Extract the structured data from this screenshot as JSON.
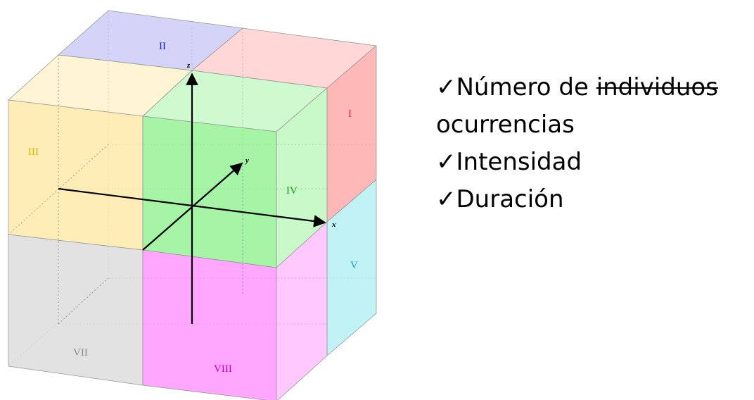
{
  "octants": {
    "I": {
      "label": "I",
      "color": "#ff9a9a",
      "text_color": "#e02020"
    },
    "II": {
      "label": "II",
      "color": "#aeb0f0",
      "text_color": "#2020d0"
    },
    "III": {
      "label": "III",
      "color": "#ffe7a0",
      "text_color": "#d4b400"
    },
    "IV": {
      "label": "IV",
      "color": "#88f088",
      "text_color": "#10a010"
    },
    "V": {
      "label": "V",
      "color": "#a6eef2",
      "text_color": "#10a8c0"
    },
    "VII": {
      "label": "VII",
      "color": "#d8d8d8",
      "text_color": "#8a8a8a"
    },
    "VIII": {
      "label": "VIII",
      "color": "#ff88ff",
      "text_color": "#c000c0"
    }
  },
  "axes": {
    "x": "x",
    "y": "y",
    "z": "z"
  },
  "checklist": {
    "check": "✓",
    "item1_text": "Número de",
    "item1_struck": "individuos",
    "item1_cont": "ocurrencias",
    "item2": "Intensidad",
    "item3": "Duración"
  }
}
